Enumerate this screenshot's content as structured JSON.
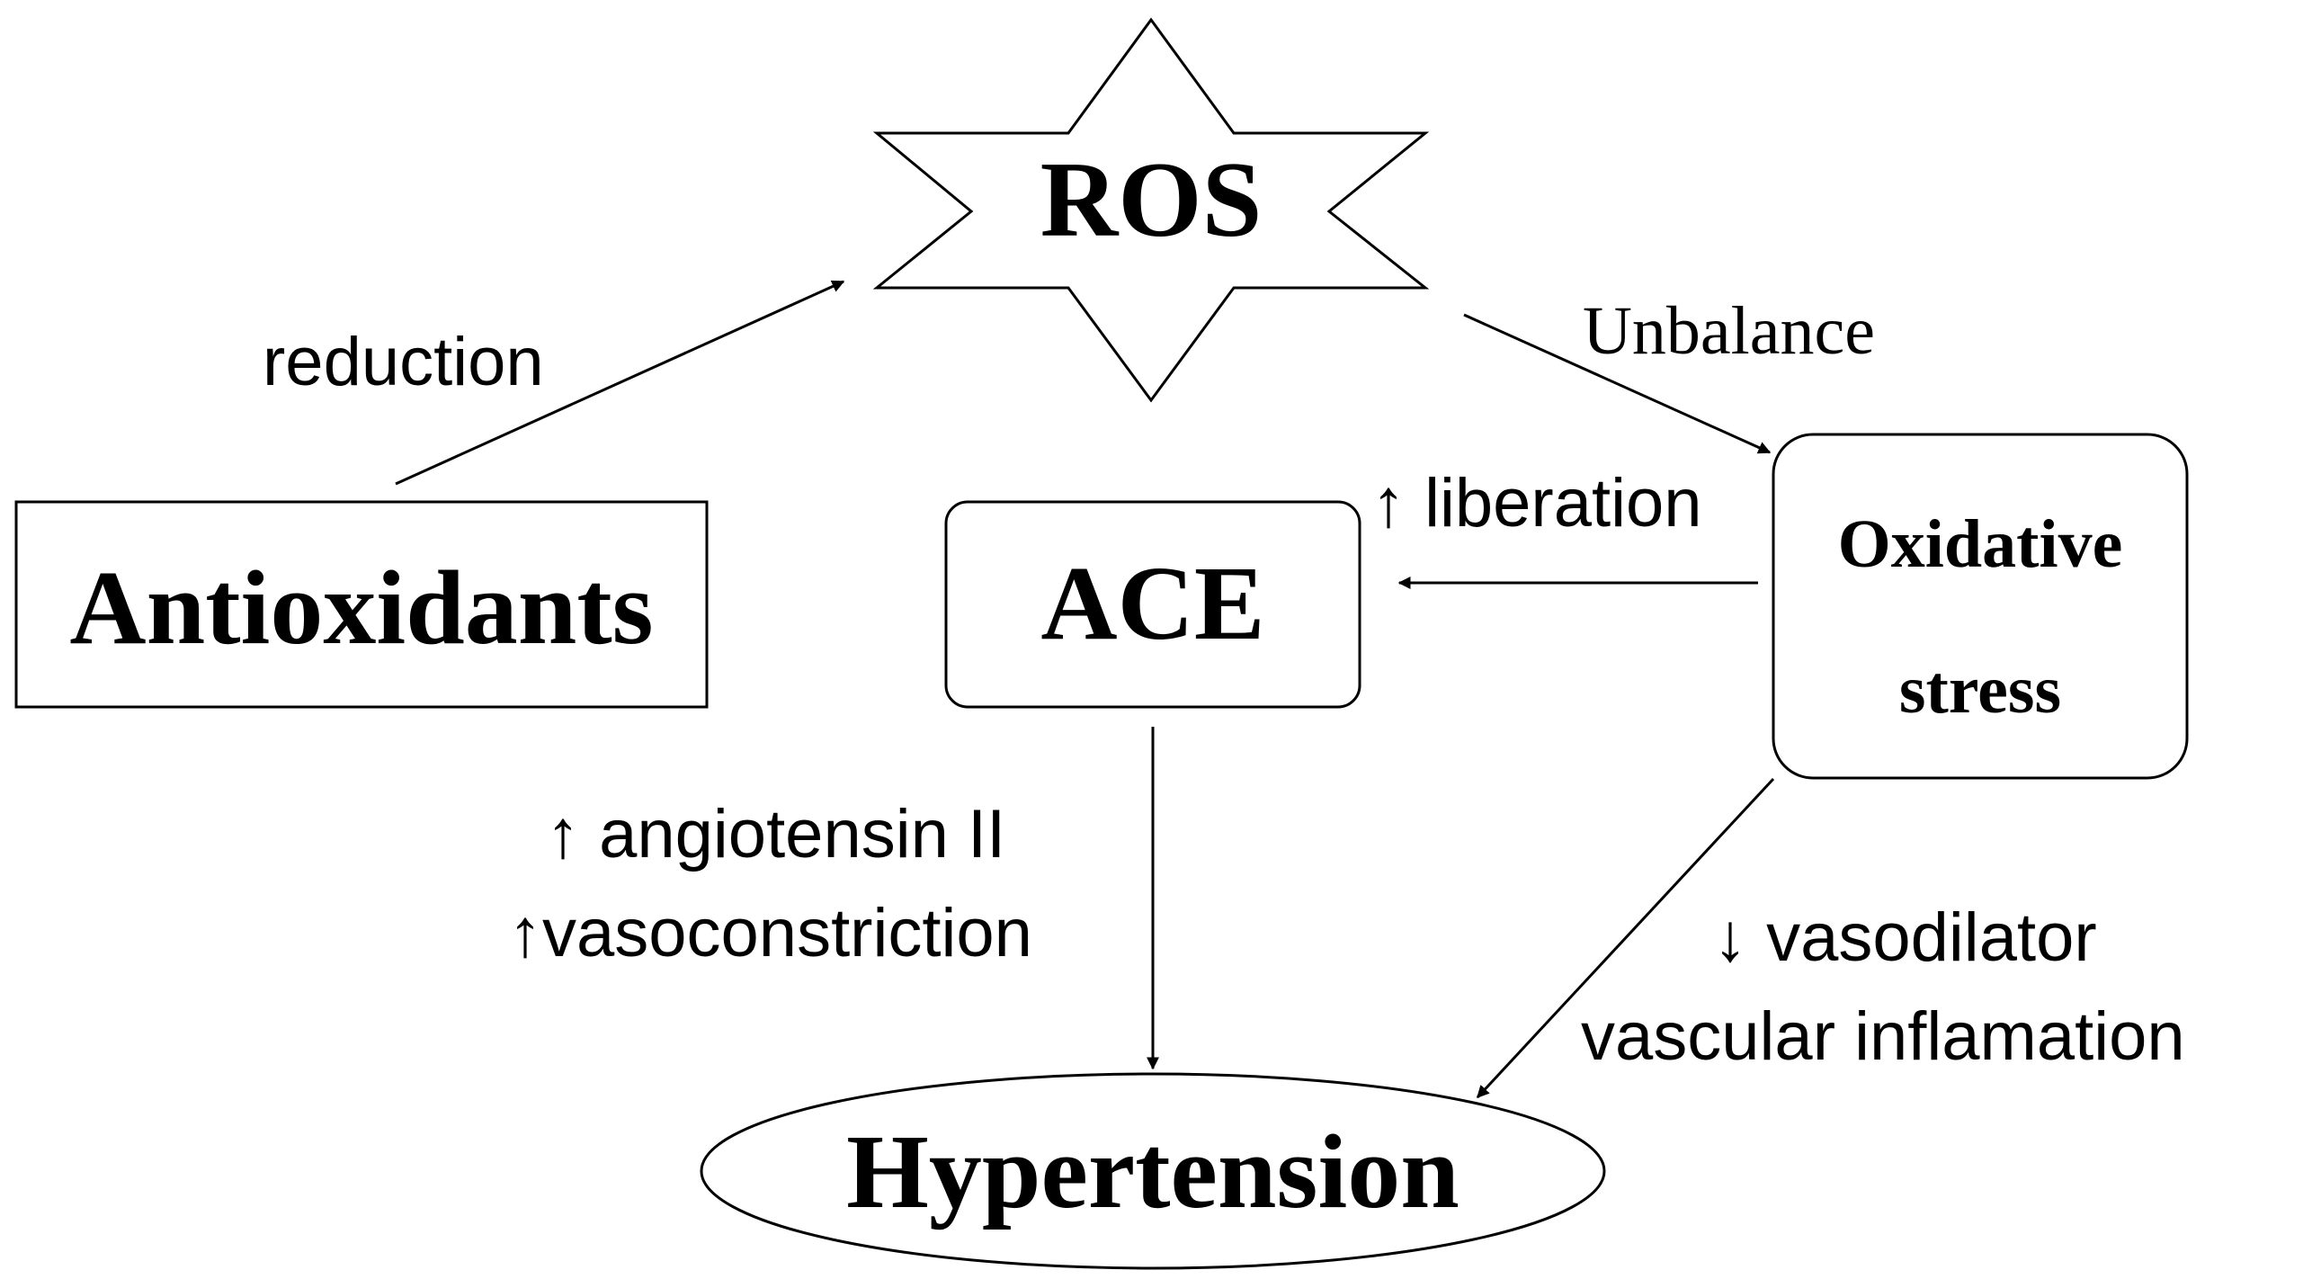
{
  "nodes": {
    "ros": "ROS",
    "antioxidants": "Antioxidants",
    "ace": "ACE",
    "oxidative_line1": "Oxidative",
    "oxidative_line2": "stress",
    "hypertension": "Hypertension"
  },
  "edges": {
    "reduction": "reduction",
    "unbalance": "Unbalance",
    "liberation": "↑ liberation",
    "angiotensin": "↑ angiotensin II",
    "vasoconstriction": "↑vasoconstriction",
    "vasodilator": "↓ vasodilator",
    "inflamation": "vascular inflamation"
  },
  "colors": {
    "stroke": "#000000",
    "fill": "#ffffff",
    "text": "#000000"
  }
}
